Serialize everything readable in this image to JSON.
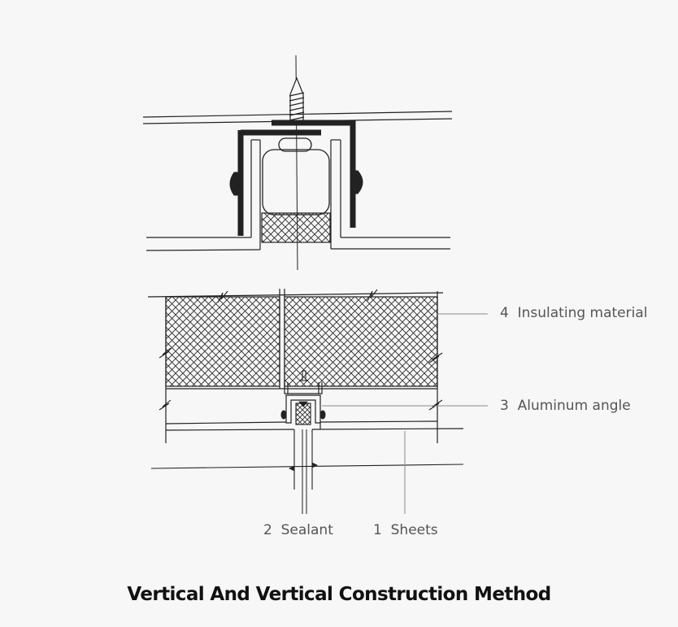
{
  "callouts": {
    "insulating": "4  Insulating material",
    "aluminum": "3  Aluminum angle",
    "sealant": "2  Sealant",
    "sheets": "1  Sheets"
  },
  "caption": "Vertical And Vertical Construction Method",
  "colors": {
    "background": "#f7f7f7",
    "line": "#222222",
    "leader": "#888888",
    "label": "#555555",
    "caption": "#111111"
  }
}
